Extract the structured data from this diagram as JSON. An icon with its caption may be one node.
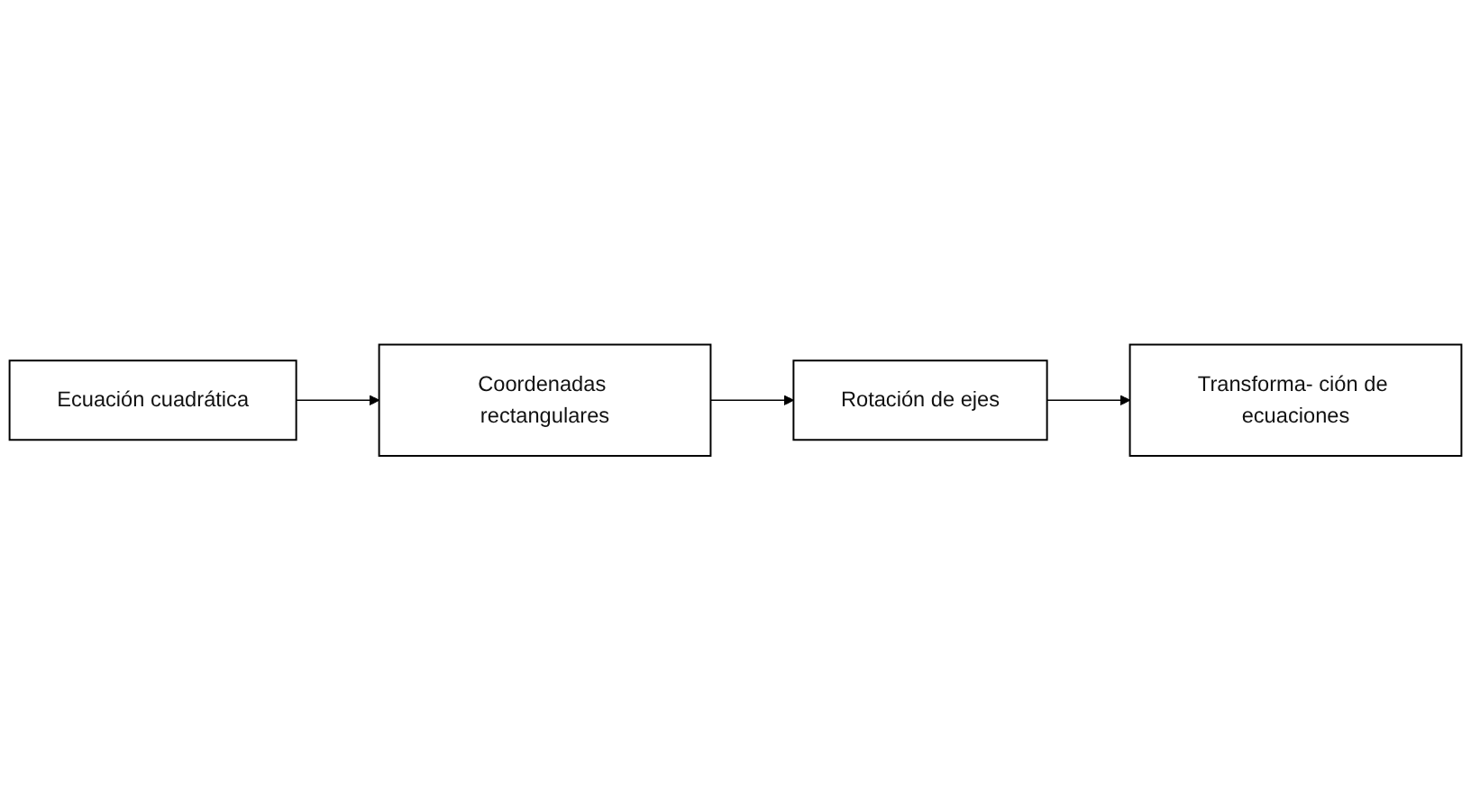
{
  "diagram": {
    "nodes": [
      {
        "text": [
          "Ecuación cuadrática"
        ]
      },
      {
        "text": [
          "Coordenadas rectangulares"
        ]
      },
      {
        "text": [
          "Rotación de ejes"
        ]
      },
      {
        "text": [
          "Transforma- ción de ecuaciones"
        ]
      }
    ],
    "edges": [
      {
        "from": 0,
        "to": 1,
        "arrow": "to"
      },
      {
        "from": 1,
        "to": 2,
        "arrow": "to"
      },
      {
        "from": 2,
        "to": 3,
        "arrow": "to"
      }
    ]
  }
}
